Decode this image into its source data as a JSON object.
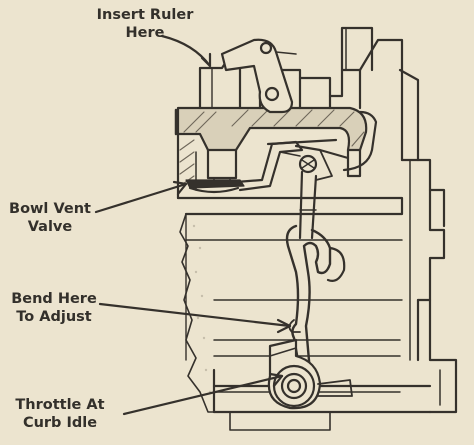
{
  "labels": {
    "insert_ruler": {
      "line1": "Insert Ruler",
      "line2": "Here"
    },
    "bowl_vent": {
      "line1": "Bowl Vent",
      "line2": "Valve"
    },
    "bend_here": {
      "line1": "Bend Here",
      "line2": "To Adjust"
    },
    "throttle": {
      "line1": "Throttle At",
      "line2": "Curb Idle"
    }
  },
  "colors": {
    "paper": "#ece4cf",
    "ink": "#35312c",
    "shading": "#a8a08f"
  }
}
